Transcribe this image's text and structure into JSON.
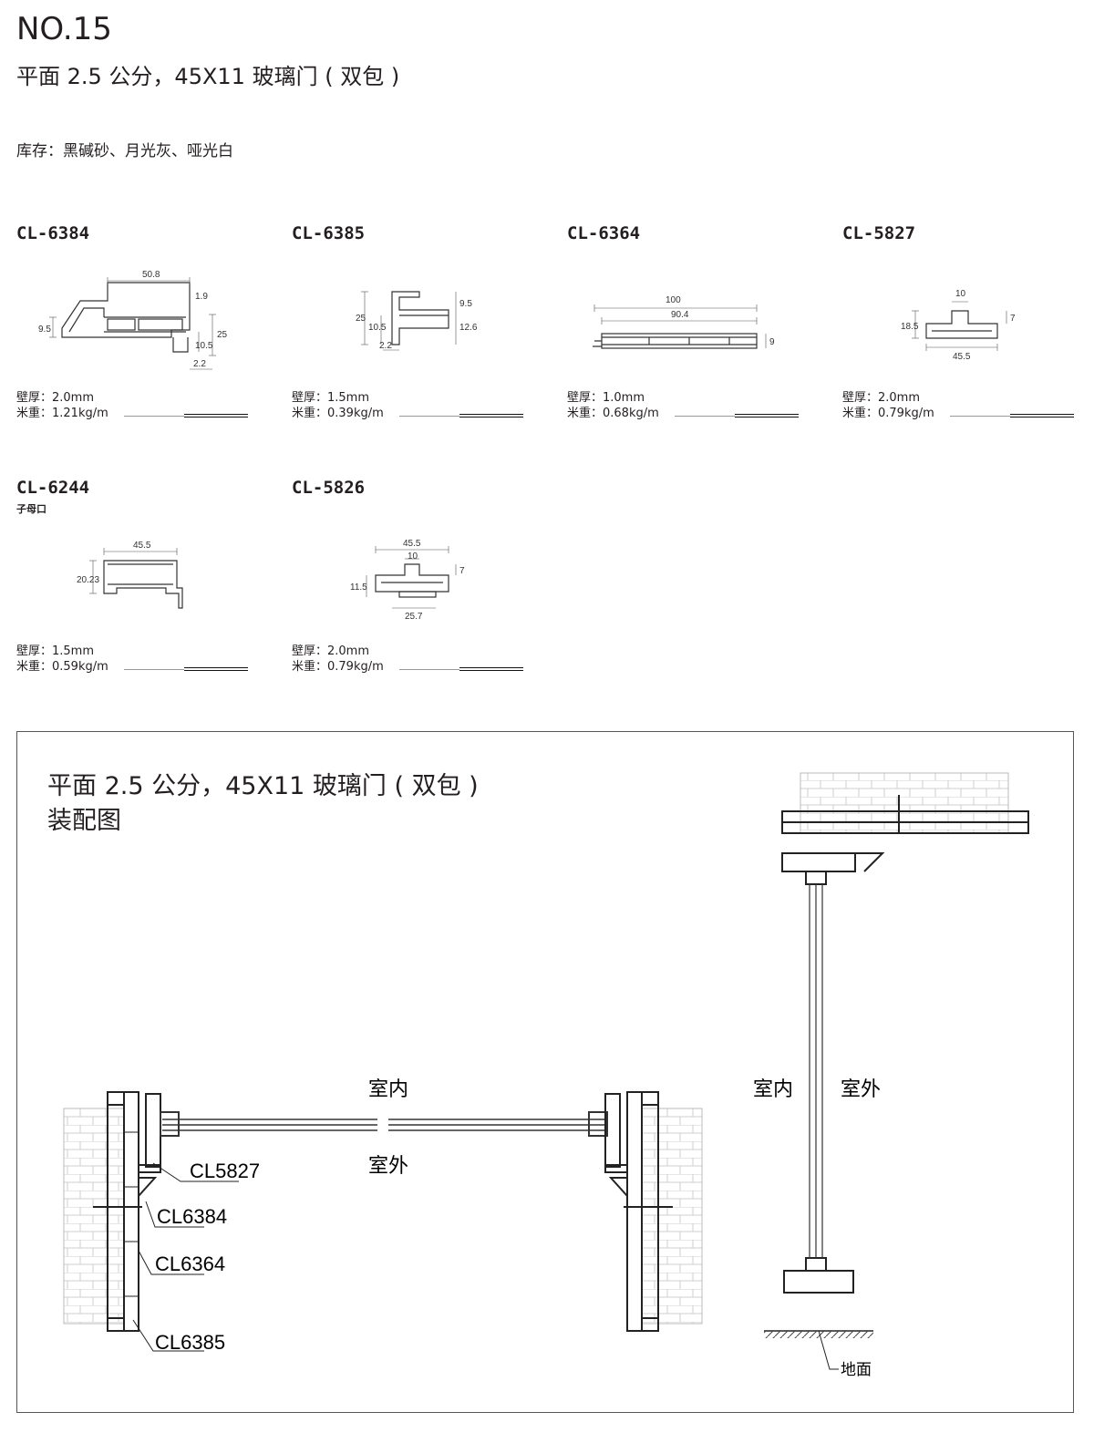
{
  "header": {
    "number": "NO.15",
    "subtitle": "平面 2.5 公分，45X11 玻璃门 ( 双包 )",
    "stock": "库存：黑碱砂、月光灰、哑光白"
  },
  "profiles": [
    {
      "code": "CL-6384",
      "note": "",
      "wall": "壁厚：2.0mm",
      "weight": "米重：1.21kg/m",
      "dims": [
        "50.8",
        "1.9",
        "9.5",
        "10.5",
        "25",
        "2.2"
      ]
    },
    {
      "code": "CL-6385",
      "note": "",
      "wall": "壁厚：1.5mm",
      "weight": "米重：0.39kg/m",
      "dims": [
        "25",
        "10.5",
        "9.5",
        "12.6",
        "2.2"
      ]
    },
    {
      "code": "CL-6364",
      "note": "",
      "wall": "壁厚：1.0mm",
      "weight": "米重：0.68kg/m",
      "dims": [
        "100",
        "90.4",
        "9"
      ]
    },
    {
      "code": "CL-5827",
      "note": "",
      "wall": "壁厚：2.0mm",
      "weight": "米重：0.79kg/m",
      "dims": [
        "10",
        "18.5",
        "7",
        "45.5"
      ]
    },
    {
      "code": "CL-6244",
      "note": "子母口",
      "wall": "壁厚：1.5mm",
      "weight": "米重：0.59kg/m",
      "dims": [
        "45.5",
        "20.23"
      ]
    },
    {
      "code": "CL-5826",
      "note": "",
      "wall": "壁厚：2.0mm",
      "weight": "米重：0.79kg/m",
      "dims": [
        "45.5",
        "10",
        "11.5",
        "7",
        "25.7"
      ]
    }
  ],
  "assembly": {
    "title": "平面 2.5 公分，45X11 玻璃门 ( 双包 )",
    "subtitle": "装配图",
    "plan": {
      "indoor": "室内",
      "outdoor": "室外",
      "callouts": [
        "CL5827",
        "CL6384",
        "CL6364",
        "CL6385"
      ]
    },
    "section": {
      "indoor": "室内",
      "outdoor": "室外",
      "ground": "地面"
    }
  }
}
